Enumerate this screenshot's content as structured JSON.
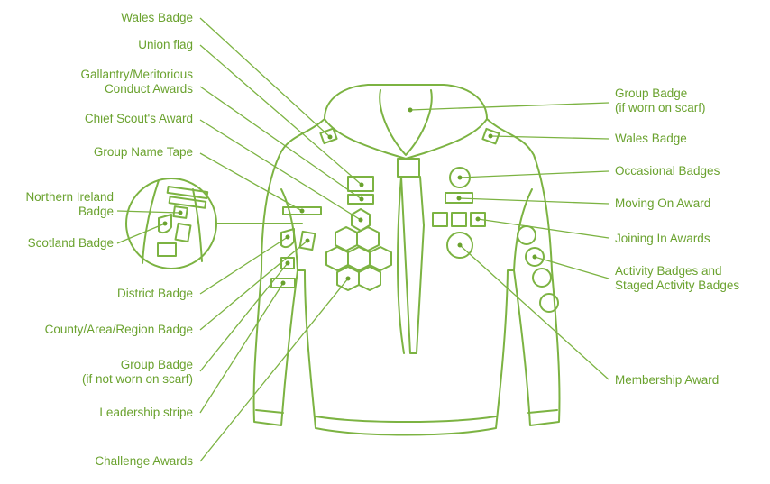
{
  "colors": {
    "line": "#7cb342",
    "text": "#6aa22e",
    "background": "#ffffff"
  },
  "labels_left": {
    "wales_badge": "Wales Badge",
    "union_flag": "Union flag",
    "gallantry_1": "Gallantry/Meritorious",
    "gallantry_2": "Conduct Awards",
    "chief_scout": "Chief Scout's Award",
    "group_name_tape": "Group Name Tape",
    "ni_badge_1": "Northern Ireland",
    "ni_badge_2": "Badge",
    "scotland_badge": "Scotland Badge",
    "district_badge": "District Badge",
    "county_badge": "County/Area/Region Badge",
    "group_badge_1": "Group Badge",
    "group_badge_2": "(if not worn on scarf)",
    "leadership_stripe": "Leadership stripe",
    "challenge_awards": "Challenge Awards"
  },
  "labels_right": {
    "group_badge_scarf_1": "Group Badge",
    "group_badge_scarf_2": "(if worn on scarf)",
    "wales_badge": "Wales Badge",
    "occasional_badges": "Occasional Badges",
    "moving_on_award": "Moving On Award",
    "joining_in_awards": "Joining In Awards",
    "activity_badges_1": "Activity Badges and",
    "activity_badges_2": "Staged Activity Badges",
    "membership_award": "Membership Award"
  }
}
